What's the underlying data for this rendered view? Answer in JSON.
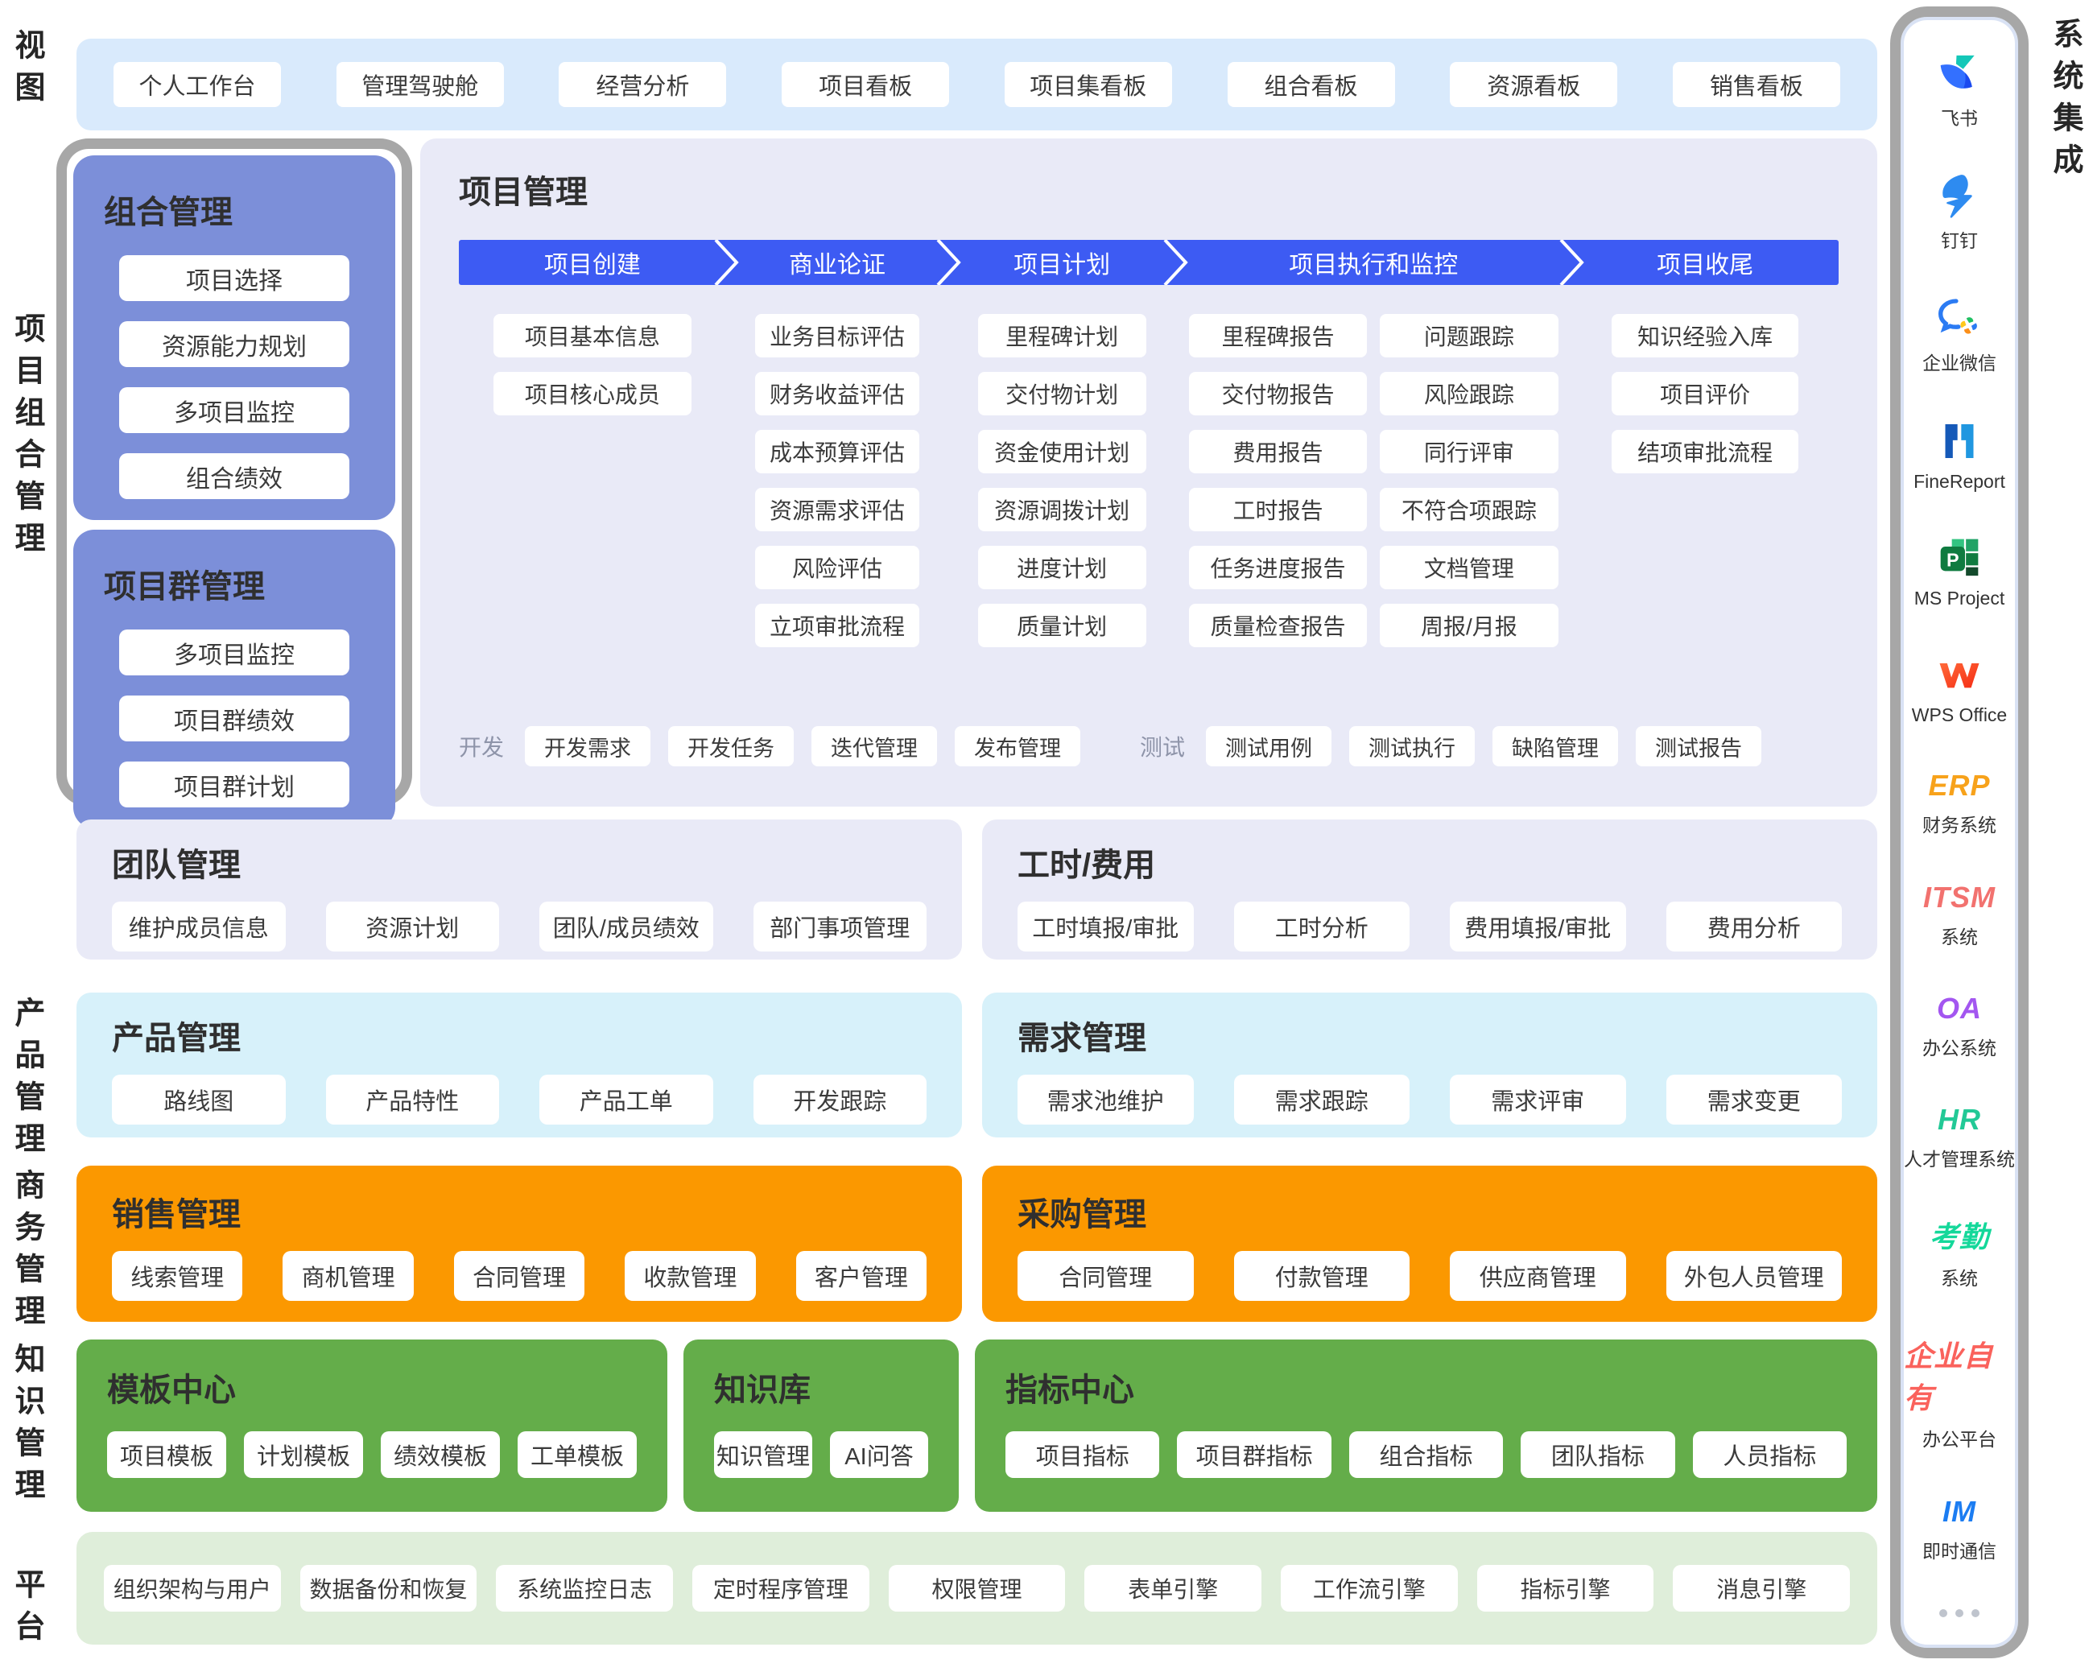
{
  "colors": {
    "view_band_blue": "#d9eafc",
    "panel_lavender": "#e9eaf7",
    "panel_cyan": "#d7f1fa",
    "panel_orange": "#fb9800",
    "panel_green": "#64ad4a",
    "panel_palegreen": "#dfeeda",
    "portfolio_purple": "#7c8fd9",
    "flow_blue": "#3d5bf3",
    "border_gray": "#a7a7a7",
    "chip_text": "#3b3b3b",
    "title_text": "#2f2f2f",
    "devtest_label": "#8e94a9"
  },
  "side_labels": {
    "view": "视图",
    "portfolio": "项目组合管理",
    "product": "产品管理",
    "business": "商务管理",
    "knowledge": "知识管理",
    "platform": "平台",
    "integration": "系统集成"
  },
  "view_row": {
    "items": [
      "个人工作台",
      "管理驾驶舱",
      "经营分析",
      "项目看板",
      "项目集看板",
      "组合看板",
      "资源看板",
      "销售看板"
    ]
  },
  "portfolio_panel": {
    "groups": [
      {
        "title": "组合管理",
        "items": [
          "项目选择",
          "资源能力规划",
          "多项目监控",
          "组合绩效"
        ]
      },
      {
        "title": "项目群管理",
        "items": [
          "多项目监控",
          "项目群绩效",
          "项目群计划"
        ]
      }
    ]
  },
  "project_panel": {
    "title": "项目管理",
    "stages": [
      {
        "label": "项目创建",
        "items": [
          "项目基本信息",
          "项目核心成员"
        ]
      },
      {
        "label": "商业论证",
        "items": [
          "业务目标评估",
          "财务收益评估",
          "成本预算评估",
          "资源需求评估",
          "风险评估",
          "立项审批流程"
        ]
      },
      {
        "label": "项目计划",
        "items": [
          "里程碑计划",
          "交付物计划",
          "资金使用计划",
          "资源调拨计划",
          "进度计划",
          "质量计划"
        ]
      },
      {
        "label": "项目执行和监控",
        "columns": [
          [
            "里程碑报告",
            "交付物报告",
            "费用报告",
            "工时报告",
            "任务进度报告",
            "质量检查报告"
          ],
          [
            "问题跟踪",
            "风险跟踪",
            "同行评审",
            "不符合项跟踪",
            "文档管理",
            "周报/月报"
          ]
        ]
      },
      {
        "label": "项目收尾",
        "items": [
          "知识经验入库",
          "项目评价",
          "结项审批流程"
        ]
      }
    ],
    "dev": {
      "label": "开发",
      "items": [
        "开发需求",
        "开发任务",
        "迭代管理",
        "发布管理"
      ]
    },
    "test": {
      "label": "测试",
      "items": [
        "测试用例",
        "测试执行",
        "缺陷管理",
        "测试报告"
      ]
    }
  },
  "team_panel": {
    "title": "团队管理",
    "items": [
      "维护成员信息",
      "资源计划",
      "团队/成员绩效",
      "部门事项管理"
    ]
  },
  "timecost_panel": {
    "title": "工时/费用",
    "items": [
      "工时填报/审批",
      "工时分析",
      "费用填报/审批",
      "费用分析"
    ]
  },
  "product_panel": {
    "title": "产品管理",
    "items": [
      "路线图",
      "产品特性",
      "产品工单",
      "开发跟踪"
    ]
  },
  "demand_panel": {
    "title": "需求管理",
    "items": [
      "需求池维护",
      "需求跟踪",
      "需求评审",
      "需求变更"
    ]
  },
  "sales_panel": {
    "title": "销售管理",
    "items": [
      "线索管理",
      "商机管理",
      "合同管理",
      "收款管理",
      "客户管理"
    ]
  },
  "procurement_panel": {
    "title": "采购管理",
    "items": [
      "合同管理",
      "付款管理",
      "供应商管理",
      "外包人员管理"
    ]
  },
  "template_panel": {
    "title": "模板中心",
    "items": [
      "项目模板",
      "计划模板",
      "绩效模板",
      "工单模板"
    ]
  },
  "kb_panel": {
    "title": "知识库",
    "items": [
      "知识管理",
      "AI问答"
    ]
  },
  "metric_panel": {
    "title": "指标中心",
    "items": [
      "项目指标",
      "项目群指标",
      "组合指标",
      "团队指标",
      "人员指标"
    ]
  },
  "platform_panel": {
    "items": [
      "组织架构与用户",
      "数据备份和恢复",
      "系统监控日志",
      "定时程序管理",
      "权限管理",
      "表单引擎",
      "工作流引擎",
      "指标引擎",
      "消息引擎"
    ]
  },
  "integrations": [
    {
      "icon": "feishu-icon",
      "label": "飞书"
    },
    {
      "icon": "dingtalk-icon",
      "label": "钉钉"
    },
    {
      "icon": "wecom-icon",
      "label": "企业微信"
    },
    {
      "icon": "finereport-icon",
      "label": "FineReport"
    },
    {
      "icon": "msproject-icon",
      "label": "MS Project"
    },
    {
      "icon": "wps-icon",
      "label": "WPS Office"
    },
    {
      "logo": "ERP",
      "logo_color": "#f7a21b",
      "label": "财务系统"
    },
    {
      "logo": "ITSM",
      "logo_color": "#f2726f",
      "label": "系统"
    },
    {
      "logo": "OA",
      "logo_color": "#a356f0",
      "label": "办公系统"
    },
    {
      "logo": "HR",
      "logo_color": "#22c996",
      "label": "人才管理系统"
    },
    {
      "logo": "考勤",
      "logo_color": "#14d89a",
      "label": "系统"
    },
    {
      "logo": "企业自有",
      "logo_color": "#fa625c",
      "label": "办公平台"
    },
    {
      "logo": "IM",
      "logo_color": "#1c7df2",
      "label": "即时通信"
    },
    {
      "icon": "ellipsis-icon",
      "label": ""
    }
  ]
}
